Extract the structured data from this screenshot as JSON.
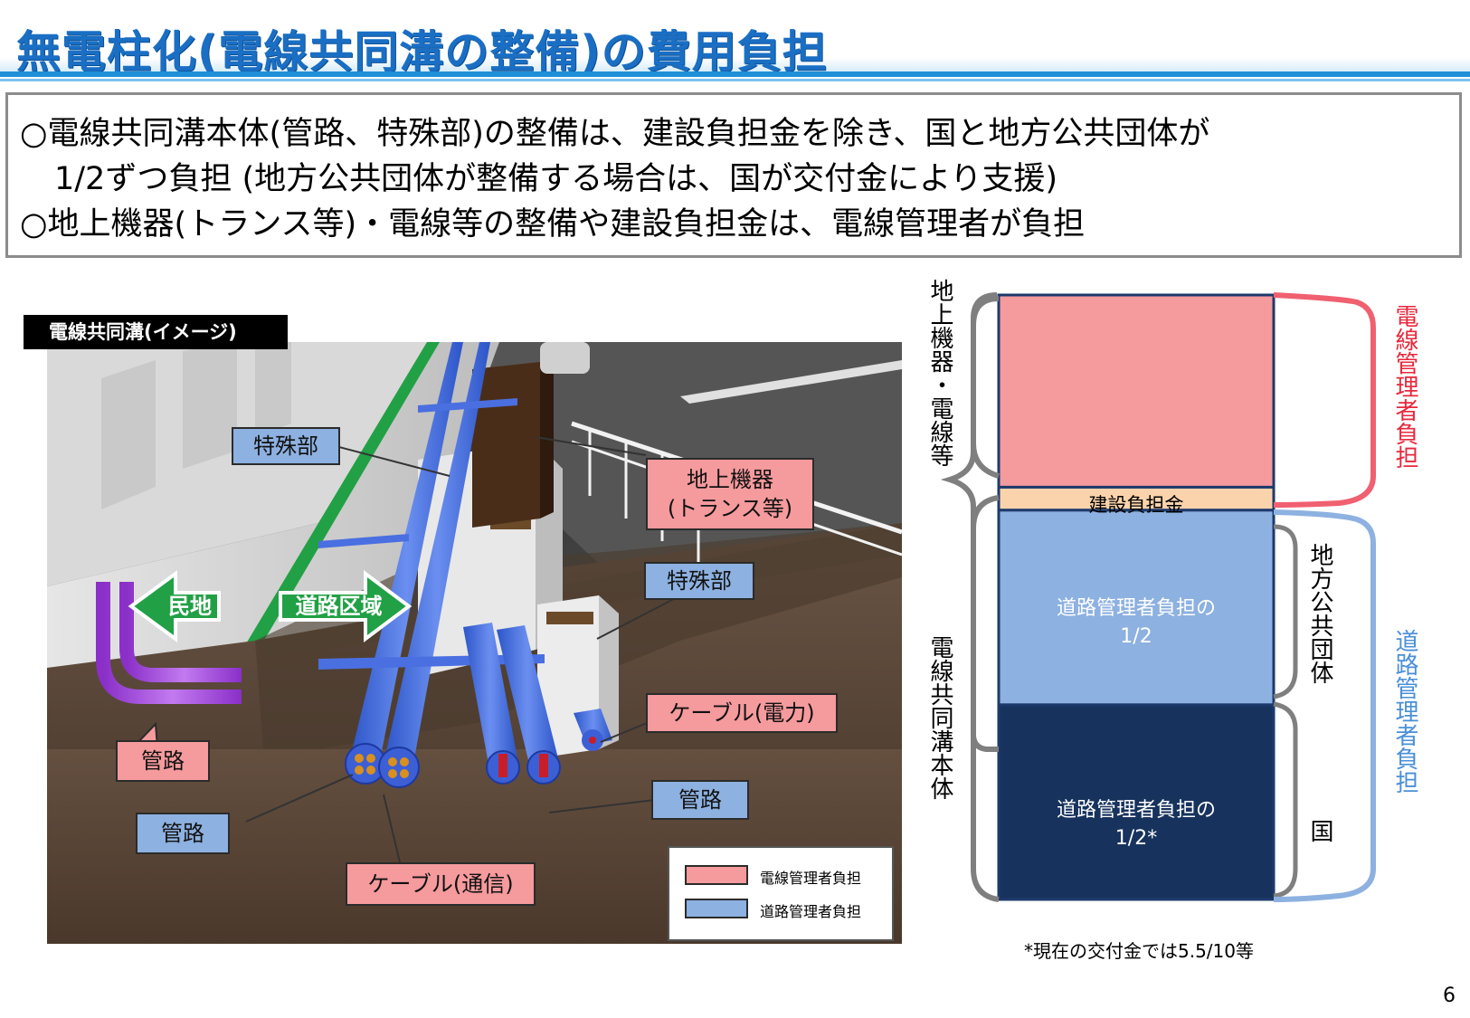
{
  "header": {
    "title": "無電柱化(電線共同溝の整備)の費用負担"
  },
  "summary": {
    "line1": "○電線共同溝本体(管路、特殊部)の整備は、建設負担金を除き、国と地方公共団体が",
    "line2": "1/2ずつ負担 (地方公共団体が整備する場合は、国が交付金により支援)",
    "line3": "○地上機器(トランス等)・電線等の整備や建設負担金は、電線管理者が負担"
  },
  "illustration": {
    "tag": "電線共同溝(イメージ)",
    "callouts": {
      "tokushubu_top": "特殊部",
      "tokushubu_right": "特殊部",
      "chijo_kiki_1": "地上機器",
      "chijo_kiki_2": "(トランス等)",
      "minchi": "民地",
      "doro_kuiki": "道路区域",
      "cable_denryoku": "ケーブル(電力)",
      "kanro_left": "管路",
      "kanro_right": "管路",
      "kanro_bottom": "管路",
      "cable_tsushin": "ケーブル(通信)"
    },
    "legend": {
      "items": [
        {
          "label": "電線管理者負担",
          "color": "#f59a9d"
        },
        {
          "label": "道路管理者負担",
          "color": "#8db1e0"
        }
      ]
    }
  },
  "cost_chart": {
    "left_labels": {
      "upper": "地上機器・電線等",
      "lower": "電線共同溝本体"
    },
    "blocks": {
      "top": {
        "label": "",
        "color": "#f59a9d",
        "share": 0.318
      },
      "construction_charge": {
        "label": "建設負担金",
        "color": "#fad3ac",
        "share": 0.038
      },
      "local": {
        "label_1": "道路管理者負担の",
        "label_2": "1/2",
        "color": "#8db1e0",
        "share": 0.322
      },
      "national": {
        "label_1": "道路管理者負担の",
        "label_2": "1/2*",
        "color": "#17335d",
        "share": 0.322
      }
    },
    "inner_labels": {
      "local": "地方公共団体",
      "national": "国"
    },
    "right_labels": {
      "denryoku": "電線管理者負担",
      "doro": "道路管理者負担"
    },
    "bracket_colors": {
      "denryoku": "#f06070",
      "doro": "#8db1e0",
      "neutral": "#7f7f7f"
    },
    "footnote": "*現在の交付金では5.5/10等"
  },
  "page": {
    "number": "6"
  }
}
